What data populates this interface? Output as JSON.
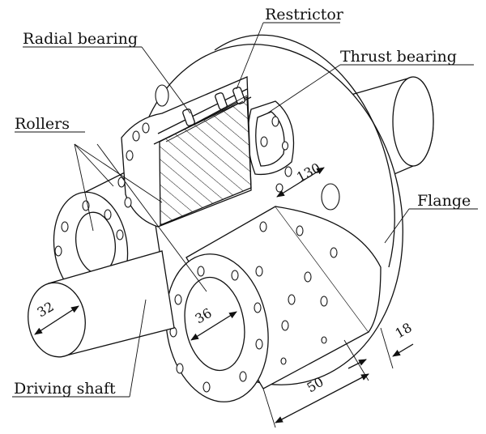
{
  "labels": {
    "restrictor": "Restrictor",
    "radial_bearing": "Radial bearing",
    "thrust_bearing": "Thrust bearing",
    "rollers": "Rollers",
    "flange": "Flange",
    "driving_shaft": "Driving shaft"
  },
  "dimensions": {
    "d_flange_inner": "130",
    "d_shaft": "32",
    "d_roller_bore": "36",
    "width": "50",
    "flange_thickness": "18"
  },
  "colors": {
    "line": "#111111",
    "background": "#ffffff"
  }
}
